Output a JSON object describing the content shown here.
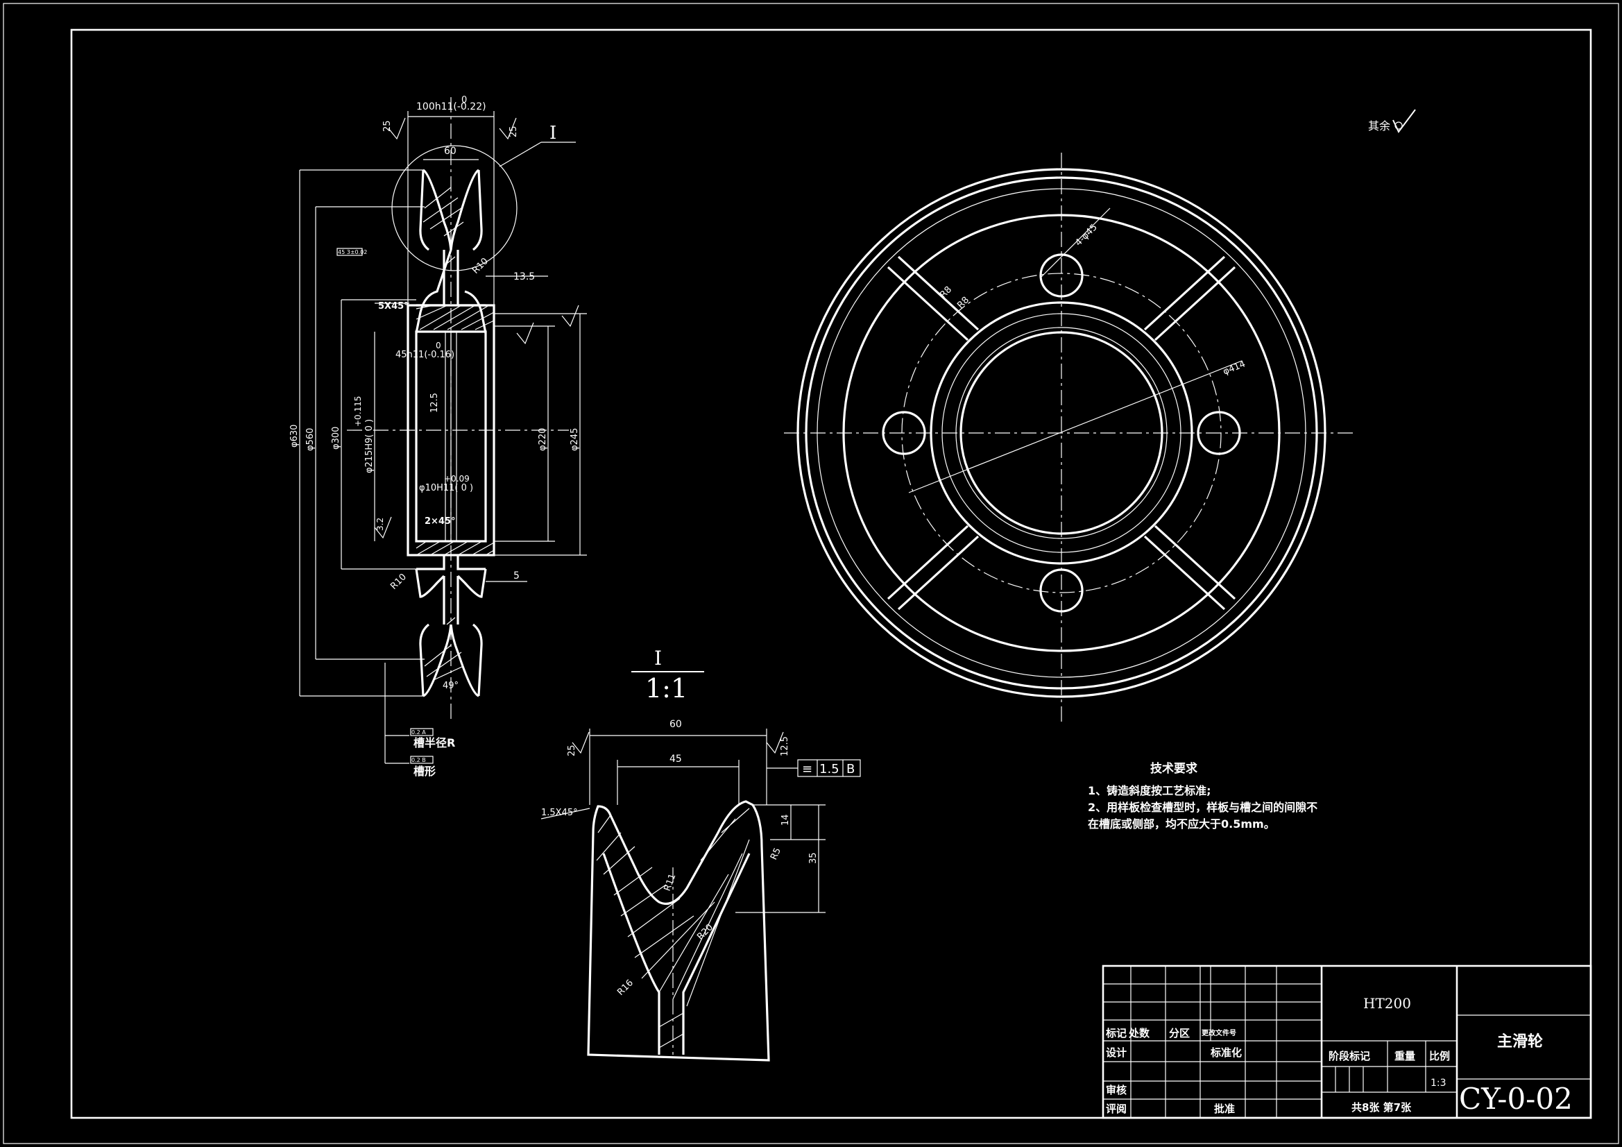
{
  "surface_note": "其余",
  "detail_label": "I",
  "detail_scale_label": "I",
  "detail_scale": "1:1",
  "side_view_dims": {
    "top_width_upper": "0",
    "top_width": "100h11(-0.22)",
    "rim_width": "60",
    "hub_width": "13.5",
    "chamfer": "5X45°",
    "small_dim": "5",
    "bore": "45h11(-0.16)",
    "bore_tol_upper": "0",
    "d630": "φ630",
    "d560": "φ560",
    "d300": "φ300",
    "d215": "φ215H9(  0  )",
    "d215_tol": "+0.115",
    "d220": "φ220",
    "d245": "φ245",
    "key": "φ10H11(  0  )",
    "key_tol": "+0.09",
    "chamfer2": "2×45°",
    "r10": "R10",
    "r10b": "R10",
    "angle": "49°",
    "rough_25": "25",
    "rough_125": "12.5",
    "rough_32": "3.2",
    "groove_r": "槽半径R",
    "groove_shape": "槽形",
    "gauge_small": "45 3±0.02",
    "gauge_a": "0.2 A",
    "gauge_b": "0.2 B"
  },
  "front_view_dims": {
    "holes": "4-φ45",
    "d414": "φ414",
    "r8": "R8",
    "r8b": "R8"
  },
  "detail_dims": {
    "w60": "60",
    "w45": "45",
    "chamfer": "1.5X45°",
    "d14": "14",
    "d35": "35",
    "r5": "R5",
    "r11": "R11",
    "r20": "R20",
    "r16": "R16",
    "rough25": "25",
    "rough125": "12.5",
    "tol_sym": "≡",
    "tol_val": "1.5",
    "tol_ref": "B"
  },
  "tech_req": {
    "title": "技术要求",
    "line1": "1、铸造斜度按工艺标准;",
    "line2": "2、用样板检查槽型时，样板与槽之间的间隙不",
    "line3": "在槽底或侧部，均不应大于0.5mm。"
  },
  "title_block": {
    "material": "HT200",
    "part_name": "主滑轮",
    "drawing_no": "CY-0-02",
    "mark": "标记",
    "count": "处数",
    "zone": "分区",
    "change_doc": "更改文件号",
    "design": "设计",
    "standardize": "标准化",
    "stage_mark": "阶段标记",
    "weight": "重量",
    "ratio_label": "比例",
    "ratio": "1:3",
    "review": "审核",
    "check": "评阅",
    "approve": "批准",
    "sheets": "共8张  第7张"
  }
}
